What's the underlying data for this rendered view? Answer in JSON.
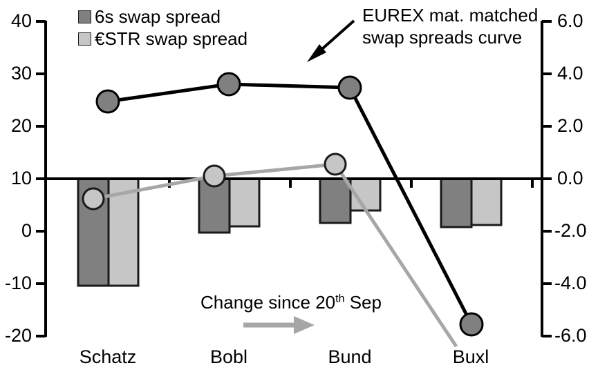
{
  "legend": {
    "items": [
      {
        "label": "6s swap spread",
        "color": "#808080",
        "swatch_name": "legend-swatch-dark"
      },
      {
        "label": "€STR swap spread",
        "color": "#c6c6c6",
        "swatch_name": "legend-swatch-light"
      }
    ]
  },
  "annotation": {
    "line1": "EUREX mat. matched",
    "line2": "swap spreads curve",
    "arrow_name": "annotation-arrow"
  },
  "note": {
    "text_before": "Change since 20",
    "superscript": "th",
    "text_after": " Sep",
    "arrow_color": "#a6a6a6"
  },
  "colors": {
    "bar_dark": "#808080",
    "bar_light": "#c6c6c6",
    "line_black": "#000000",
    "line_grey": "#a6a6a6",
    "marker_dark_fill": "#808080",
    "marker_light_fill": "#c6c6c6",
    "axis": "#000000"
  },
  "chart_data": {
    "type": "bar",
    "title": "",
    "xlabel": "",
    "grid": false,
    "legend_position": "top-left",
    "categories": [
      "Schatz",
      "Bobl",
      "Bund",
      "Buxl"
    ],
    "left_axis": {
      "label": "",
      "ylim": [
        -20,
        40
      ],
      "ticks": [
        40,
        30,
        20,
        10,
        0,
        -10,
        -20
      ],
      "tick_labels": [
        "40",
        "30",
        "20",
        "10",
        "0",
        "-10",
        "-20"
      ]
    },
    "right_axis": {
      "label": "",
      "ylim": [
        -6.0,
        6.0
      ],
      "ticks": [
        6.0,
        4.0,
        2.0,
        0.0,
        -2.0,
        -4.0,
        -6.0
      ],
      "tick_labels": [
        "6.0",
        "4.0",
        "2.0",
        "0.0",
        "-2.0",
        "-4.0",
        "-6.0"
      ]
    },
    "bar_series": [
      {
        "name": "6s swap spread",
        "axis": "right",
        "color": "#808080",
        "values": [
          -4.05,
          -1.95,
          -1.7,
          -1.8
        ]
      },
      {
        "name": "€STR swap spread",
        "axis": "right",
        "color": "#c6c6c6",
        "values": [
          -4.05,
          -1.8,
          -1.2,
          -1.75
        ]
      }
    ],
    "line_series": [
      {
        "name": "EUREX mat. matched swap spreads curve",
        "axis": "left",
        "color": "#000000",
        "marker_fill": "#808080",
        "values": [
          24.5,
          28.0,
          27.3,
          -18.0
        ]
      },
      {
        "name": "Change since 20th Sep",
        "axis": "right",
        "color": "#a6a6a6",
        "marker_fill": "#c6c6c6",
        "values": [
          -0.75,
          0.1,
          0.38,
          -6.35
        ]
      }
    ]
  }
}
